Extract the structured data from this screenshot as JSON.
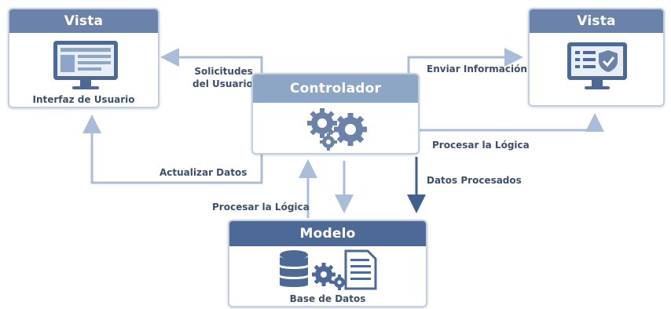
{
  "view_left": {
    "title": "Vista",
    "caption": "Interfaz de Usuario",
    "icon": "monitor-ui-icon"
  },
  "view_right": {
    "title": "Vista",
    "icon": "monitor-check-icon"
  },
  "controller": {
    "title": "Controlador",
    "icon": "gears-icon"
  },
  "model": {
    "title": "Modelo",
    "caption": "Base de Datos",
    "icon": "database-document-icon"
  },
  "arrows": {
    "user_requests": "Solicitudes\ndel Usuario",
    "send_info": "Enviar Información",
    "update_data": "Actualizar  Datos",
    "process_logic_right": "Procesar la Lógica",
    "process_logic_left": "Procesar la Lógica",
    "processed_data": "Datos Procesados"
  },
  "colors": {
    "dark_header": "#4d6a96",
    "mid_header": "#6b83a8",
    "light_header": "#8ea6c5",
    "light_arrow": "#a9bdd8",
    "dark_arrow": "#3f5f8f",
    "text": "#3c4f6b"
  }
}
